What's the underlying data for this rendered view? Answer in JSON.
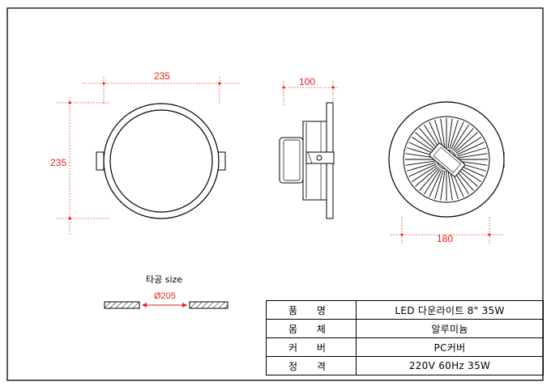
{
  "dimensions": {
    "front_width": "235",
    "front_height": "235",
    "side_depth": "100",
    "rear_spacing": "180",
    "hole_diameter": "Ø205"
  },
  "hole_label": "타공 size",
  "spec_table": [
    {
      "key": "품 명",
      "value": "LED 다운라이트 8\" 35W"
    },
    {
      "key": "몸 체",
      "value": "알루미늄"
    },
    {
      "key": "커 버",
      "value": "PC커버"
    },
    {
      "key": "정 격",
      "value": "220V 60Hz 35W"
    }
  ],
  "colors": {
    "dimension": "#e2231a",
    "line": "#000000"
  }
}
